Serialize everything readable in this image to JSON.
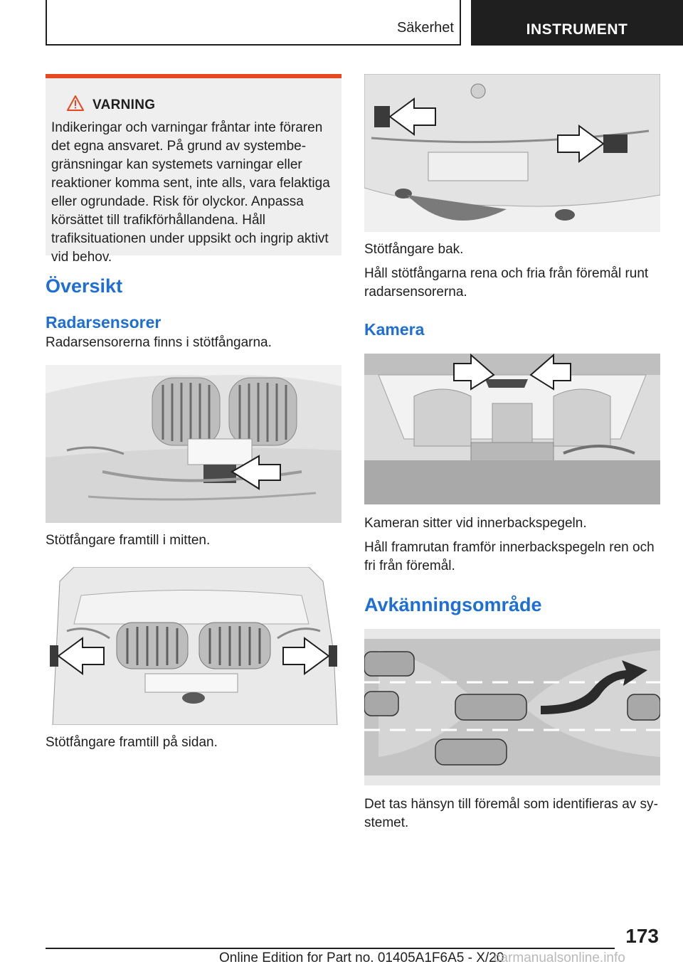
{
  "header": {
    "section": "Säkerhet",
    "tab": "INSTRUMENT"
  },
  "warning": {
    "title": "VARNING",
    "text": "Indikeringar och varningar fråntar inte föraren det egna ansvaret. På grund av systembe­gränsningar kan systemets varningar eller reak­tioner komma sent, inte alls, vara felaktiga eller ogrundade. Risk för olyckor. Anpassa körsättet till trafikförhållandena. Håll trafiksituationen un­der uppsikt och ingrip aktivt vid behov.",
    "accent": "#e8481f"
  },
  "overview": {
    "heading": "Översikt",
    "radar": {
      "heading": "Radarsensorer",
      "intro": "Radarsensorerna finns i stötfångarna.",
      "caption_front_center": "Stötfångare framtill i mitten.",
      "caption_front_side": "Stötfångare framtill på sidan.",
      "caption_rear": "Stötfångare bak.",
      "rear_text": "Håll stötfångarna rena och fria från föremål runt radarsensorerna."
    },
    "camera": {
      "heading": "Kamera",
      "caption": "Kameran sitter vid innerbackspegeln.",
      "text": "Håll framrutan framför innerbackspegeln ren och fri från föremål."
    },
    "detection": {
      "heading": "Avkänningsområde",
      "text": "Det tas hänsyn till föremål som identifieras av sy­stemet."
    }
  },
  "footer": {
    "page_number": "173",
    "edition": "Online Edition for Part no. 01405A1F6A5 - X/20",
    "watermark": "carmanualsonline.info"
  },
  "colors": {
    "heading_blue": "#1d6fd6",
    "header_dark": "#1f1f1f"
  }
}
